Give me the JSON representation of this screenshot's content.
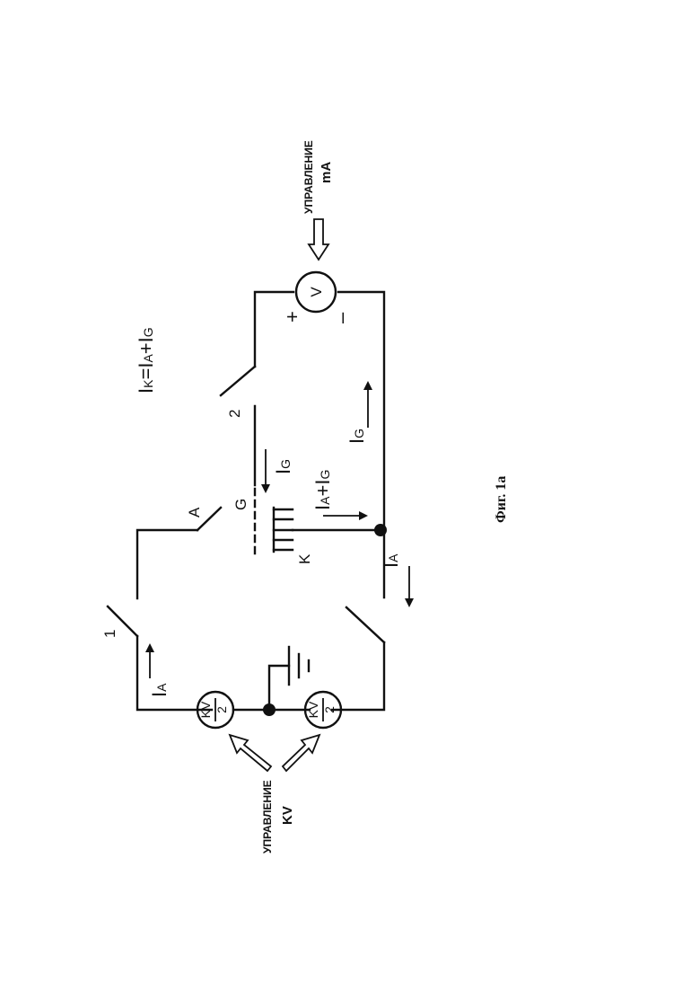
{
  "labels": {
    "switch1": "1",
    "switch2": "2",
    "anode": "A",
    "grid": "G",
    "cathode": "K",
    "plus": "+",
    "minus": "–",
    "voltmeter": "V",
    "kv_num": "KV",
    "kv_den": "2",
    "current_main": "I",
    "sub_a": "A",
    "sub_g": "G",
    "sub_k": "K",
    "eq_sign": "=",
    "plus_sign": "+",
    "control_word": "УПРАВЛЕНИЕ",
    "control_ma": "mA",
    "control_kv": "KV"
  },
  "caption": "Фиг. 1а"
}
